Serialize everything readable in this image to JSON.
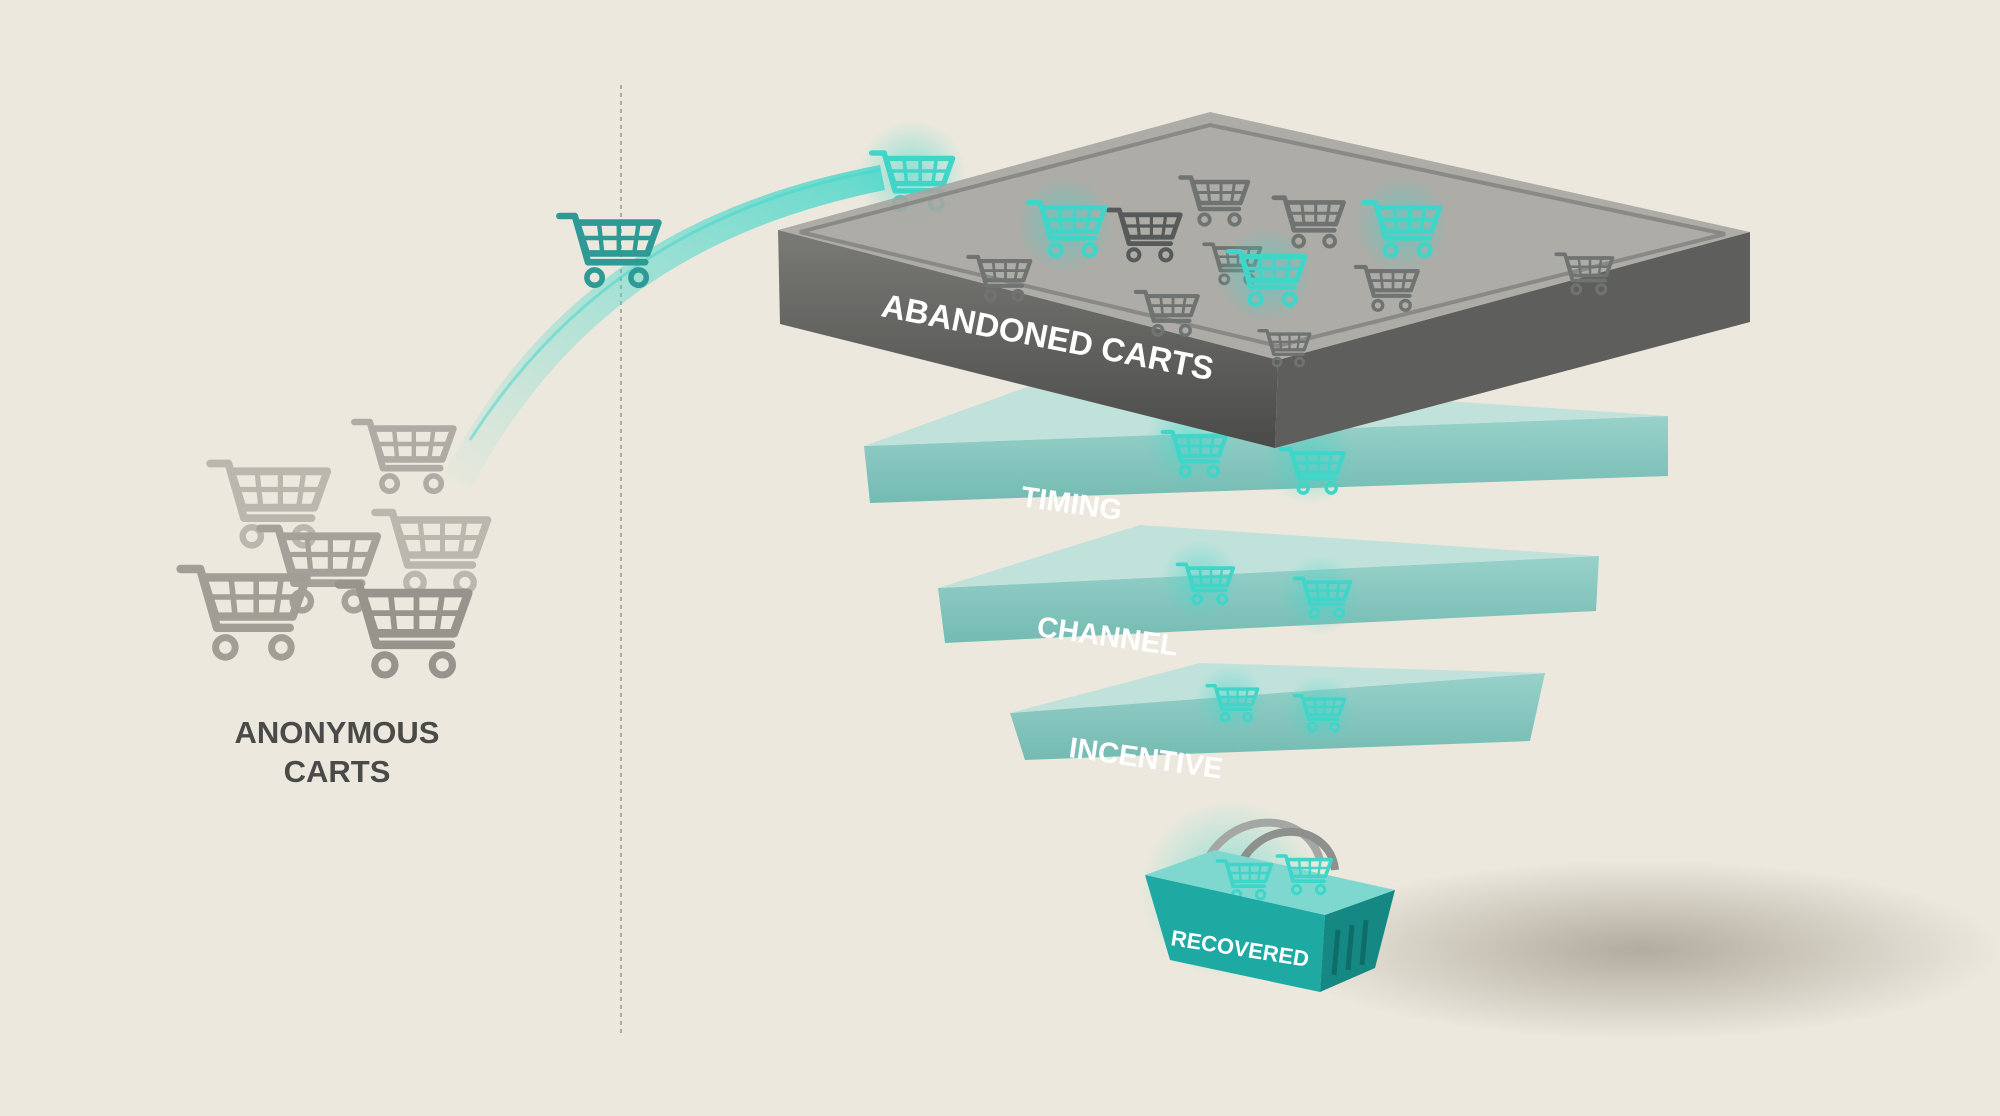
{
  "left_group": {
    "label_line1": "ANONYMOUS",
    "label_line2": "CARTS",
    "icon": "shopping-cart-icon"
  },
  "funnel": {
    "layers": [
      {
        "label": "ABANDONED CARTS"
      },
      {
        "label": "TIMING"
      },
      {
        "label": "CHANNEL"
      },
      {
        "label": "INCENTIVE"
      }
    ]
  },
  "basket": {
    "label": "RECOVERED",
    "icon": "shopping-basket-icon"
  },
  "colors": {
    "background": "#ece8dd",
    "accent": "#3fd6c9",
    "top_tray": "#6b6b69",
    "filter_layer": "#8fcfc8",
    "basket": "#1ea9a3",
    "label_text": "#4a4a48",
    "cart_gray": "#a9a69f"
  }
}
